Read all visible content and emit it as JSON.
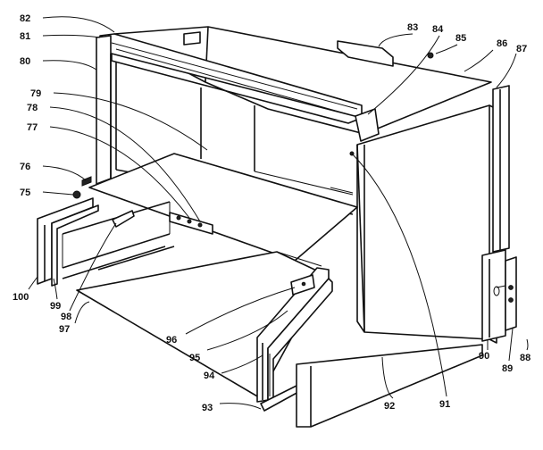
{
  "labels": [
    "82",
    "81",
    "80",
    "79",
    "78",
    "77",
    "76",
    "75",
    "100",
    "99",
    "98",
    "97",
    "96",
    "95",
    "94",
    "93",
    "92",
    "91",
    "90",
    "89",
    "88",
    "83",
    "84",
    "85",
    "86",
    "87"
  ],
  "colors": {
    "line": "#111111",
    "background": "#ffffff"
  }
}
